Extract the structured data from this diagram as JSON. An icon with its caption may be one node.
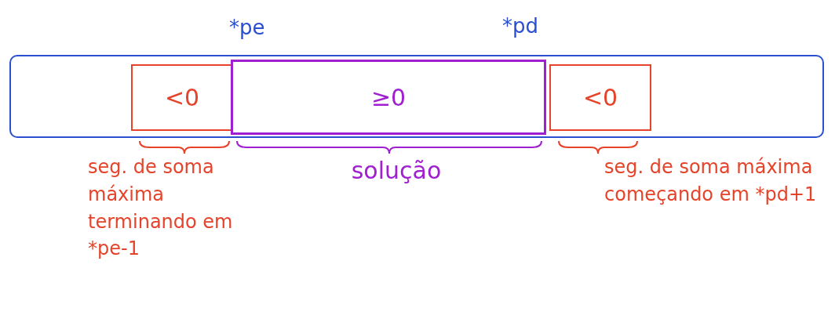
{
  "diagram": {
    "nodes": [
      {
        "text": [],
        "shape": "bar"
      },
      {
        "text": [
          "<0"
        ],
        "in": 0,
        "beside": [
          "seg. de soma máxima terminando em *pe-1"
        ]
      },
      {
        "text": [
          "≥0"
        ],
        "in": 0,
        "beside": [
          "solução"
        ]
      },
      {
        "text": [
          "<0"
        ],
        "in": 0,
        "beside": [
          "seg. de soma máxima começando em *pd+1"
        ]
      }
    ],
    "labels": [
      "*pe",
      "*pd"
    ]
  }
}
